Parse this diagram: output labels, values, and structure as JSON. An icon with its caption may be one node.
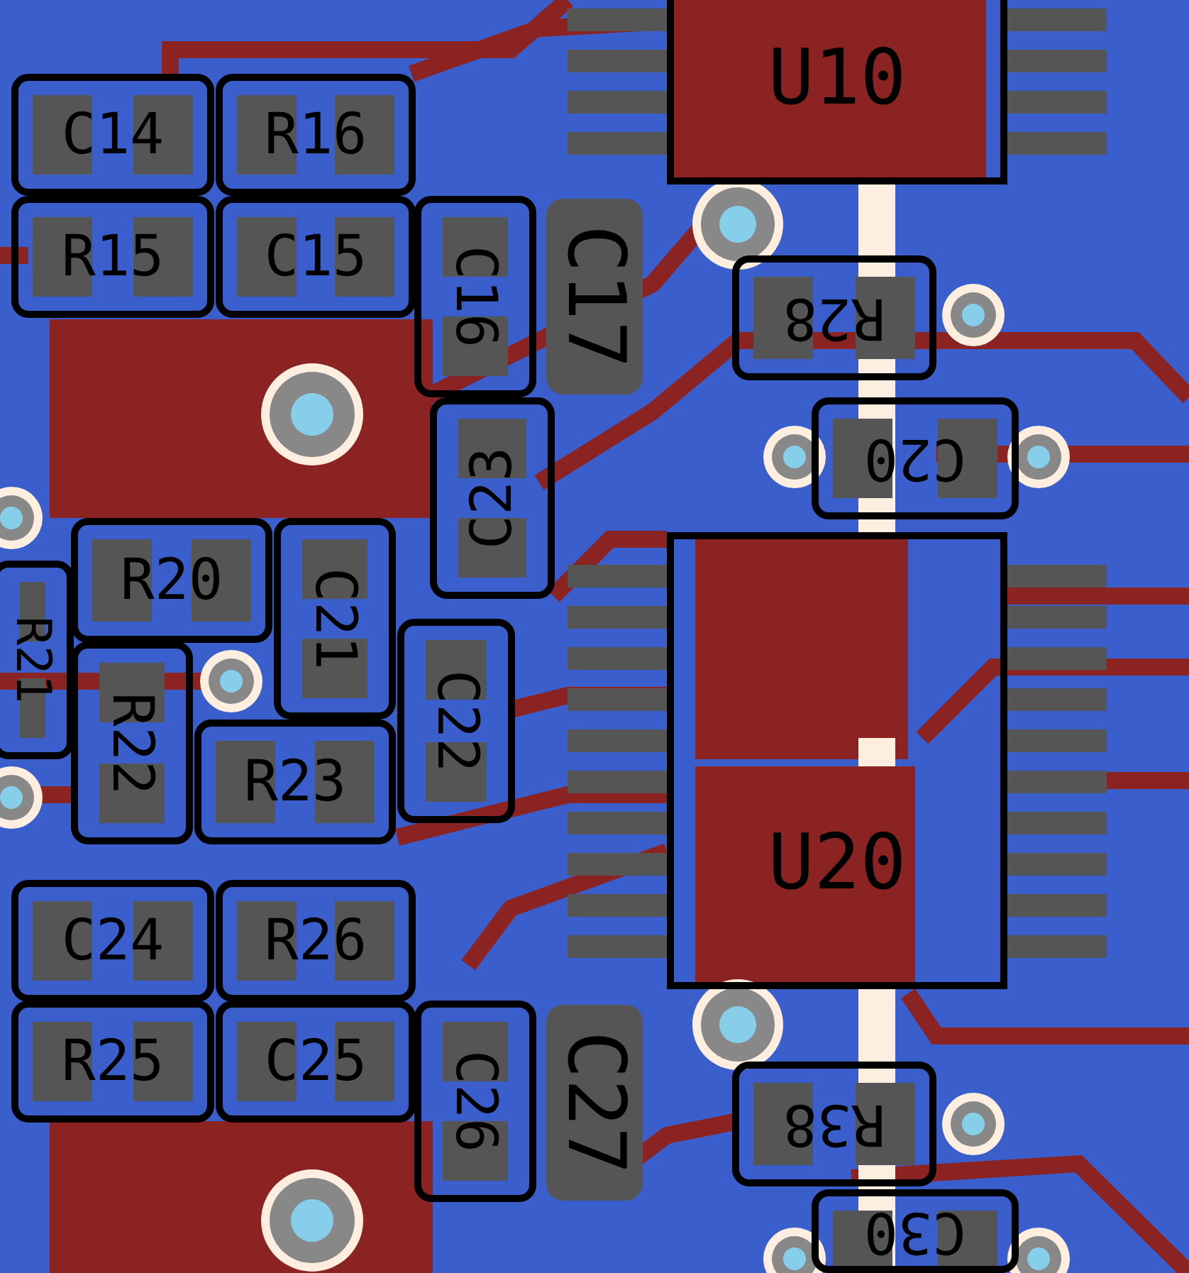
{
  "diagram": {
    "nodes": [
      {
        "text": [
          "U10"
        ]
      },
      {
        "text": [
          "C14"
        ]
      },
      {
        "text": [
          "R16"
        ]
      },
      {
        "text": [
          "R15"
        ]
      },
      {
        "text": [
          "C15"
        ]
      },
      {
        "text": [
          "C16"
        ]
      },
      {
        "text": [
          "C17"
        ]
      },
      {
        "text": [
          "R28"
        ]
      },
      {
        "text": [
          "C20"
        ]
      },
      {
        "text": [
          "C23"
        ]
      },
      {
        "text": [
          "R20"
        ]
      },
      {
        "text": [
          "C21"
        ]
      },
      {
        "text": [
          "R21"
        ]
      },
      {
        "text": [
          "R22"
        ]
      },
      {
        "text": [
          "C22"
        ]
      },
      {
        "text": [
          "R23"
        ]
      },
      {
        "text": [
          "U20"
        ]
      },
      {
        "text": [
          "C24"
        ]
      },
      {
        "text": [
          "R26"
        ]
      },
      {
        "text": [
          "R25"
        ]
      },
      {
        "text": [
          "C25"
        ]
      },
      {
        "text": [
          "C26"
        ]
      },
      {
        "text": [
          "C27"
        ]
      },
      {
        "text": [
          "R38"
        ]
      },
      {
        "text": [
          "C30"
        ]
      }
    ]
  }
}
